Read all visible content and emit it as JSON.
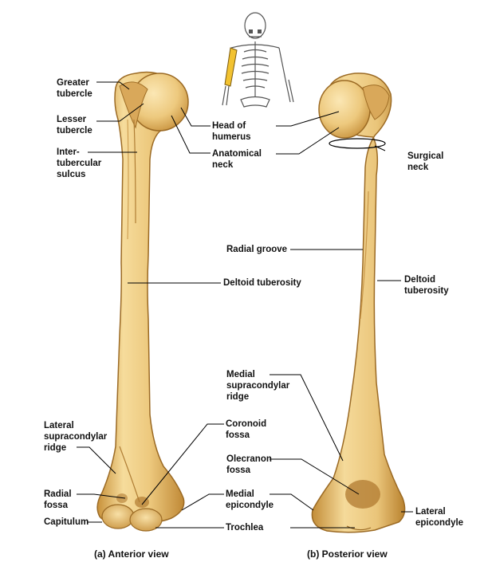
{
  "colors": {
    "bone_light": "#F3D796",
    "bone_mid": "#E3B660",
    "bone_dark": "#B98431",
    "highlight_bone": "#F2C230",
    "leader_line": "#000000"
  },
  "inset": {
    "name": "skeleton-locator-icon",
    "highlight": "left humerus"
  },
  "anterior": {
    "caption": "(a) Anterior view",
    "labels": {
      "greater_tubercle": "Greater\ntubercle",
      "lesser_tubercle": "Lesser\ntubercle",
      "intertubercular_sulcus": "Inter-\ntubercular\nsulcus",
      "head_of_humerus": "Head of\nhumerus",
      "anatomical_neck": "Anatomical\nneck",
      "deltoid_tuberosity": "Deltoid tuberosity",
      "lateral_supracondylar_ridge": "Lateral\nsupracondylar\nridge",
      "radial_fossa": "Radial\nfossa",
      "capitulum": "Capitulum",
      "coronoid_fossa": "Coronoid\nfossa",
      "medial_epicondyle": "Medial\nepicondyle",
      "trochlea": "Trochlea"
    }
  },
  "posterior": {
    "caption": "(b) Posterior view",
    "labels": {
      "surgical_neck": "Surgical\nneck",
      "radial_groove": "Radial groove",
      "deltoid_tuberosity": "Deltoid\ntuberosity",
      "medial_supracondylar_ridge": "Medial\nsupracondylar\nridge",
      "olecranon_fossa": "Olecranon\nfossa",
      "lateral_epicondyle": "Lateral\nepicondyle"
    }
  }
}
